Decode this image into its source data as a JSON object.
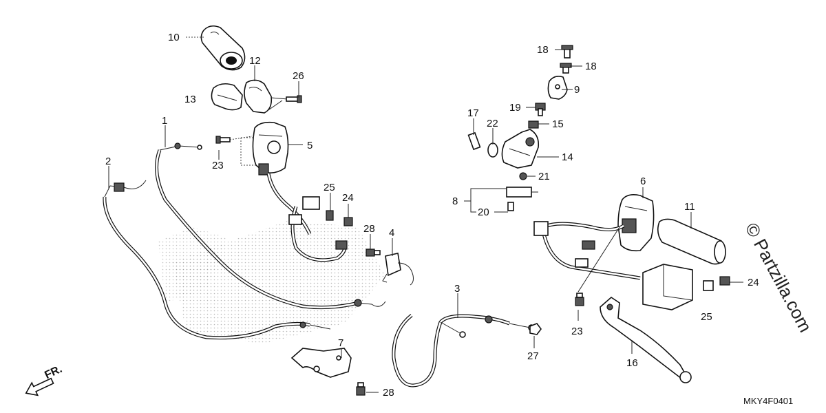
{
  "diagram": {
    "code": "MKY4F0401",
    "watermark": "© Partzilla.com",
    "direction_label": "FR.",
    "callouts": [
      "10",
      "12",
      "26",
      "13",
      "1",
      "5",
      "23",
      "2",
      "25",
      "24",
      "28",
      "4",
      "3",
      "7",
      "28",
      "18",
      "18",
      "9",
      "19",
      "17",
      "22",
      "15",
      "14",
      "21",
      "8",
      "20",
      "6",
      "11",
      "24",
      "25",
      "23",
      "27",
      "16"
    ]
  }
}
